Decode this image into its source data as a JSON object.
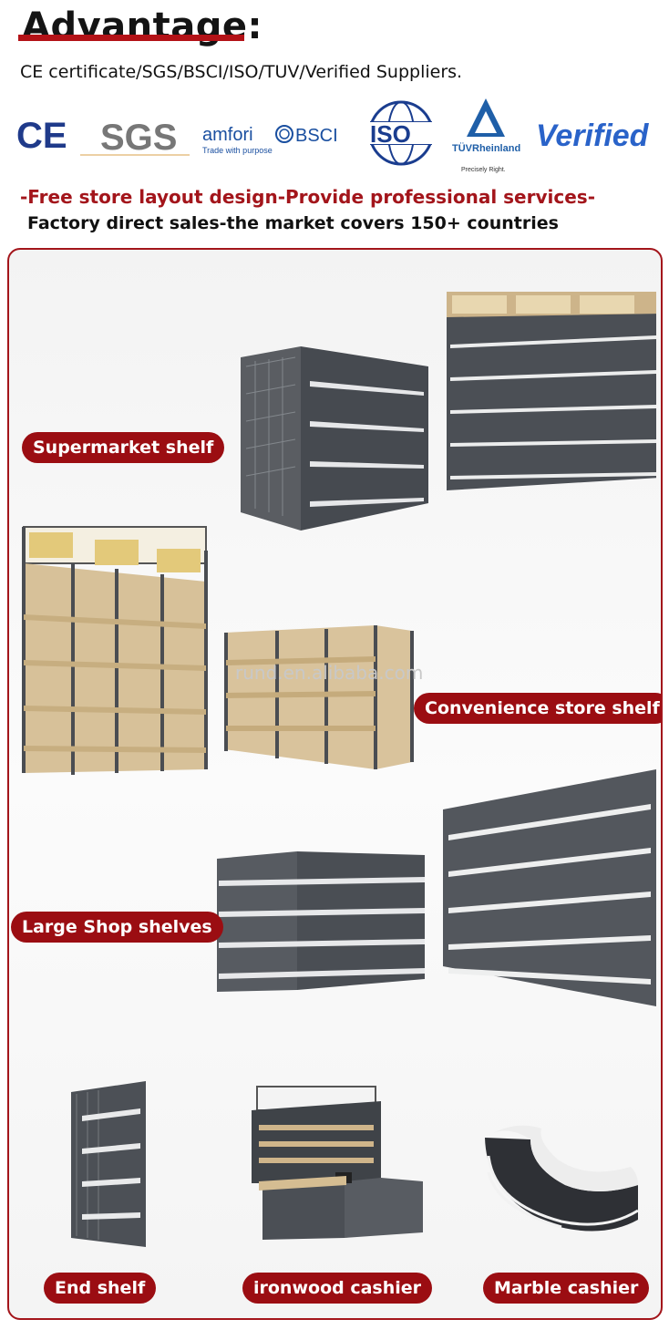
{
  "header": {
    "title": "Advantage:",
    "subtitle": "CE certificate/SGS/BSCI/ISO/TUV/Verified Suppliers.",
    "tagline": "-Free store layout design-Provide professional services-",
    "tagline2": "Factory direct sales-the market covers 150+ countries"
  },
  "logos": {
    "ce": "CE",
    "sgs": "SGS",
    "amfori": "amfori",
    "bsci": "BSCI",
    "amfori_tag": "Trade with purpose",
    "iso": "ISO",
    "tuv": "TÜVRheinland",
    "tuv_tag": "Precisely Right.",
    "verified": "Verified"
  },
  "products": {
    "supermarket": "Supermarket shelf",
    "convenience": "Convenience store shelf",
    "large_shop": "Large Shop shelves",
    "end_shelf": "End shelf",
    "ironwood": "ironwood cashier",
    "marble": "Marble cashier"
  },
  "watermark": "rund.en.alibaba.com",
  "colors": {
    "accent": "#a3151b",
    "pill": "#9b0d12",
    "shelf_metal": "#4a4d52",
    "wood": "#d8c29a"
  }
}
